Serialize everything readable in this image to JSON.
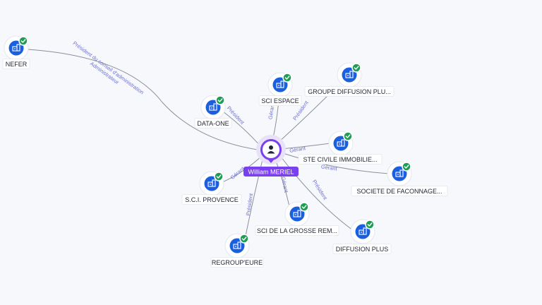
{
  "center": {
    "name": "William MERIEL",
    "icon": "person-icon",
    "color": "#7a3ff0"
  },
  "companies": [
    {
      "id": "nefer",
      "label": "NEFER",
      "icon": "building-icon",
      "status": "check-icon"
    },
    {
      "id": "data-one",
      "label": "DATA-ONE",
      "icon": "building-icon",
      "status": "check-icon"
    },
    {
      "id": "sci-espace",
      "label": "SCI ESPACE",
      "icon": "building-icon",
      "status": "check-icon"
    },
    {
      "id": "groupe-diffusion",
      "label": "GROUPE DIFFUSION PLU...",
      "icon": "building-icon",
      "status": "check-icon"
    },
    {
      "id": "ste-civile",
      "label": "STE CIVILE IMMOBILIE...",
      "icon": "building-icon",
      "status": "check-icon"
    },
    {
      "id": "societe-faconnage",
      "label": "SOCIETE DE FACONNAGE...",
      "icon": "building-icon",
      "status": "check-icon"
    },
    {
      "id": "sci-provence",
      "label": "S.C.I. PROVENCE",
      "icon": "building-icon",
      "status": "check-icon"
    },
    {
      "id": "regroup-eure",
      "label": "REGROUP'EURE",
      "icon": "building-icon",
      "status": "check-icon"
    },
    {
      "id": "sci-grosse",
      "label": "SCI DE LA GROSSE REM...",
      "icon": "building-icon",
      "status": "check-icon"
    },
    {
      "id": "diffusion-plus",
      "label": "DIFFUSION PLUS",
      "icon": "building-icon",
      "status": "check-icon"
    }
  ],
  "relations": [
    {
      "to": "nefer",
      "lines": [
        "Président du conseil d'administration",
        "Administrateur"
      ]
    },
    {
      "to": "data-one",
      "lines": [
        "Président"
      ]
    },
    {
      "to": "sci-espace",
      "lines": [
        "Gérant"
      ]
    },
    {
      "to": "groupe-diffusion",
      "lines": [
        "Président"
      ]
    },
    {
      "to": "ste-civile",
      "lines": [
        "Gérant"
      ]
    },
    {
      "to": "societe-faconnage",
      "lines": [
        "Gérant"
      ]
    },
    {
      "to": "sci-provence",
      "lines": [
        "Gérant"
      ]
    },
    {
      "to": "regroup-eure",
      "lines": [
        "Président"
      ]
    },
    {
      "to": "sci-grosse",
      "lines": [
        "Gérant"
      ]
    },
    {
      "to": "diffusion-plus",
      "lines": [
        "Président"
      ]
    }
  ],
  "colors": {
    "company": "#1a5fe0",
    "status_ok": "#1f9d55",
    "relation_label": "#6b6fd6",
    "edge": "#8a8f9c"
  }
}
